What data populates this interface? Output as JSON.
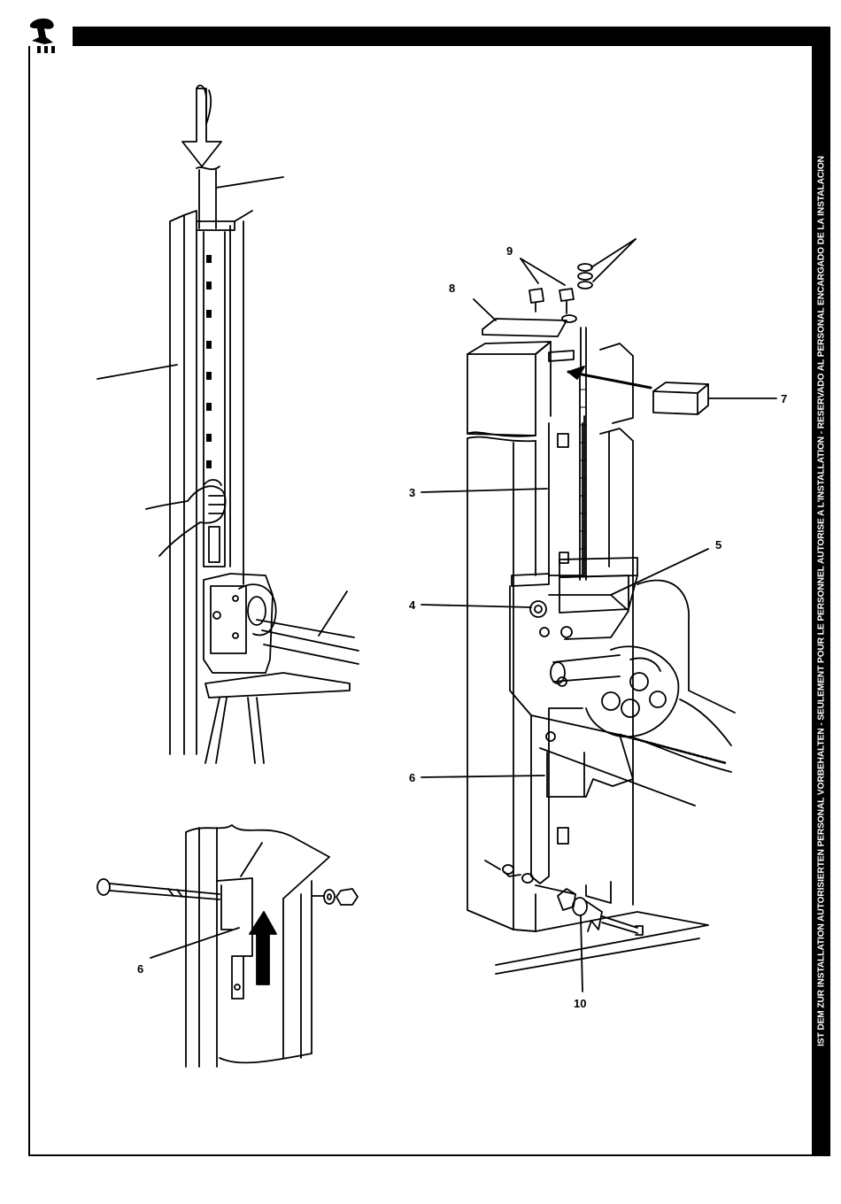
{
  "sidebar": {
    "vertical_text": "IST DEM ZUR INSTALLATION AUTORISIERTEN PERSONAL VORBEHALTEN - SEULEMENT POUR LE PERSONNEL AUTORISE A L'INSTALLATION - RESERVADO AL PERSONAL ENCARGADO DE LA INSTALACION"
  },
  "callouts": {
    "c3": "3",
    "c4": "4",
    "c5": "5",
    "c6": "6",
    "c7": "7",
    "c8": "8",
    "c9": "9",
    "c10": "10",
    "c6_detail": "6"
  },
  "colors": {
    "ink": "#000000",
    "paper": "#ffffff"
  }
}
